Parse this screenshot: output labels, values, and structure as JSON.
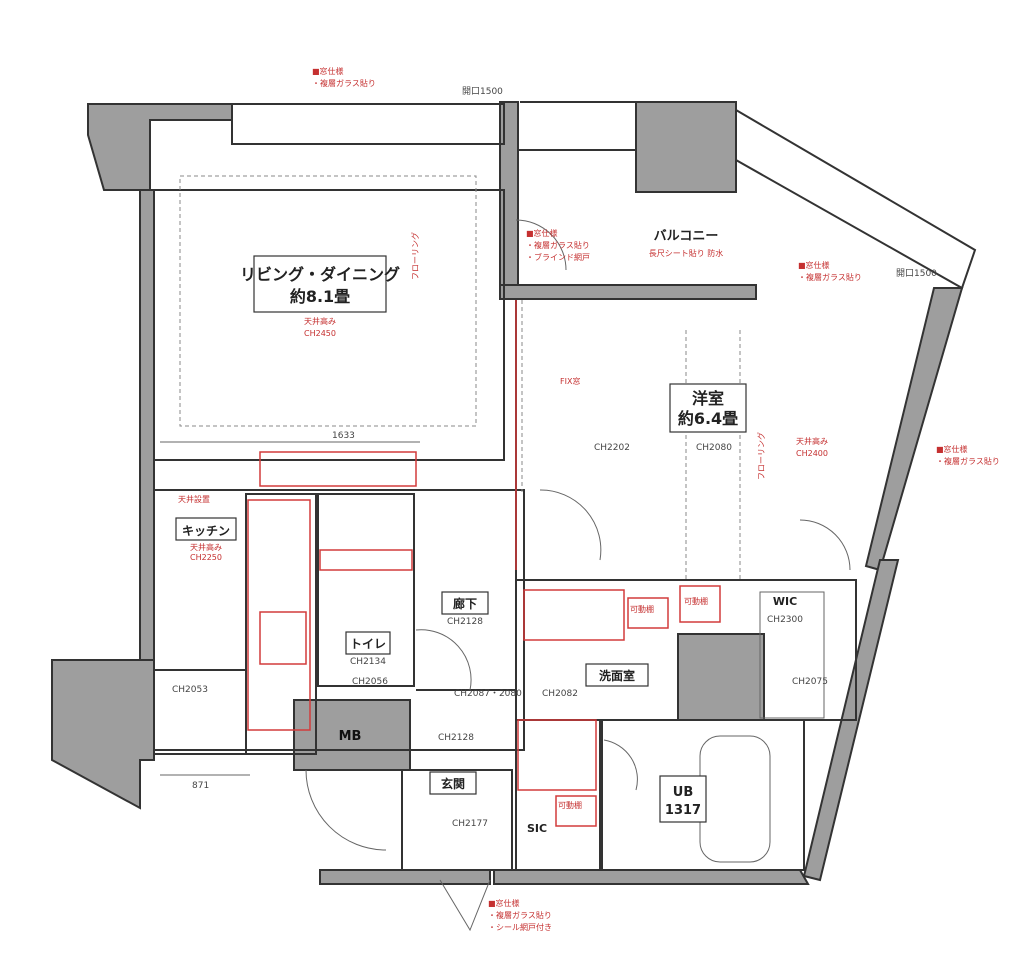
{
  "rooms": {
    "living": {
      "name": "リビング・ダイニング",
      "size": "約8.1畳",
      "ceiling": "天井高み",
      "ceiling_val": "CH2450"
    },
    "western": {
      "name": "洋室",
      "size": "約6.4畳",
      "ceiling": "天井高み",
      "ceiling_val": "CH2400"
    },
    "balcony": {
      "name": "バルコニー",
      "note": "長尺シート貼り 防水"
    },
    "kitchen": {
      "name": "キッチン",
      "ceiling": "天井高み",
      "ceiling_val": "CH2250"
    },
    "toilet": {
      "name": "トイレ",
      "ch": "CH2134"
    },
    "hallway": {
      "name": "廊下",
      "ch": "CH2128"
    },
    "washroom": {
      "name": "洗面室",
      "ch": "CH2082"
    },
    "wic": {
      "name": "WIC",
      "ch": "CH2300"
    },
    "mb": {
      "name": "MB"
    },
    "entrance": {
      "name": "玄関"
    },
    "sic": {
      "name": "SIC"
    },
    "ub": {
      "name": "UB",
      "size": "1317"
    }
  },
  "notes": {
    "top": [
      "■窓仕様",
      "・複層ガラス貼り"
    ],
    "balcony_door": [
      "■窓仕様",
      "・複層ガラス貼り",
      "・ブラインド網戸"
    ],
    "balcony_right": [
      "■窓仕様",
      "・複層ガラス貼り"
    ],
    "right": [
      "■窓仕様",
      "・複層ガラス貼り"
    ],
    "bottom": [
      "■窓仕様",
      "・複層ガラス貼り",
      "・シール網戸付き"
    ],
    "fixed": "FIX窓",
    "ceiling_kitchen": "天井設置",
    "flooring": "フローリング",
    "flooring_short": "フローリング"
  },
  "dims": {
    "top_opening": "開口1500",
    "balcony_opening": "開口1500",
    "kitchen_width": "1633",
    "bottom_width": "871",
    "ch2053": "CH2053",
    "ch2056": "CH2056",
    "ch2075": "CH2075",
    "ch2128b": "CH2128",
    "ch2177": "CH2177",
    "ch2202": "CH2202",
    "ch2080": "CH2080",
    "ch2087": "CH2087・2080"
  },
  "closet": {
    "a": "可動棚",
    "b": "可動棚",
    "c": "可動棚"
  }
}
